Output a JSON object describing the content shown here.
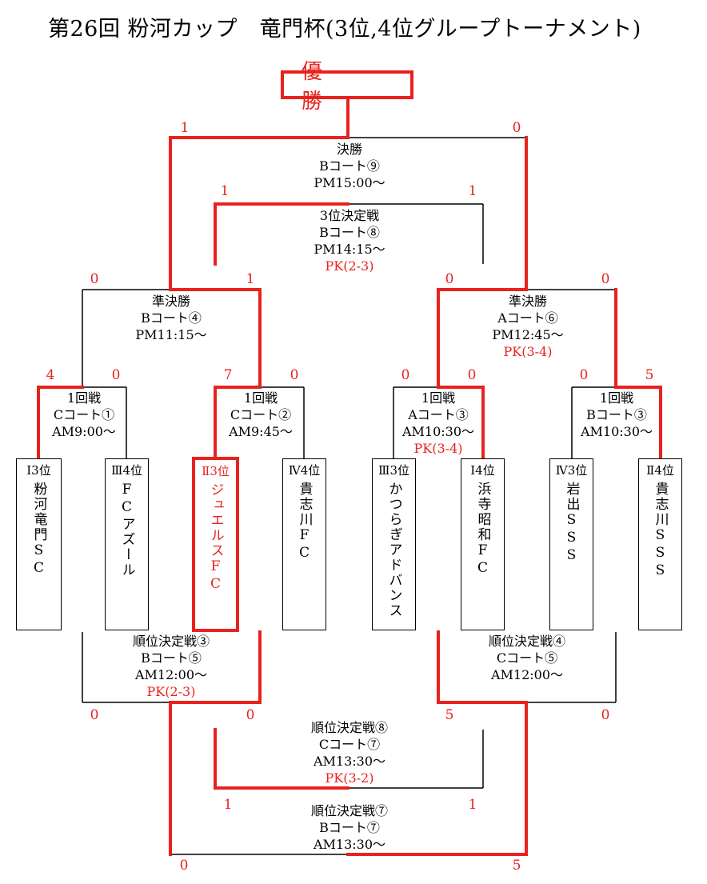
{
  "title": "第26回 粉河カップ　竜門杯(3位,4位グループトーナメント)",
  "champion_label": "優　勝",
  "matches": {
    "final": [
      "決勝",
      "Bコート⑨",
      "PM15:00～"
    ],
    "third": [
      "3位決定戦",
      "Bコート⑧",
      "PM14:15～"
    ],
    "third_pk": "PK(2-3)",
    "semi_left": [
      "準決勝",
      "Bコート④",
      "PM11:15～"
    ],
    "semi_right": [
      "準決勝",
      "Aコート⑥",
      "PM12:45～"
    ],
    "semi_right_pk": "PK(3-4)",
    "r1_1": [
      "1回戦",
      "Cコート①",
      "AM9:00～"
    ],
    "r1_2": [
      "1回戦",
      "Cコート②",
      "AM9:45～"
    ],
    "r1_3": [
      "1回戦",
      "Aコート③",
      "AM10:30～"
    ],
    "r1_3_pk": "PK(3-4)",
    "r1_4": [
      "1回戦",
      "Bコート③",
      "AM10:30～"
    ],
    "place3": [
      "順位決定戦③",
      "Bコート⑤",
      "AM12:00～"
    ],
    "place3_pk": "PK(2-3)",
    "place4": [
      "順位決定戦④",
      "Cコート⑤",
      "AM12:00～"
    ],
    "place8": [
      "順位決定戦⑧",
      "Cコート⑦",
      "AM13:30～"
    ],
    "place8_pk": "PK(3-2)",
    "place7": [
      "順位決定戦⑦",
      "Bコート⑦",
      "AM13:30～"
    ]
  },
  "teams": [
    {
      "seed": "Ⅰ3位",
      "name": "粉河竜門SC"
    },
    {
      "seed": "Ⅲ4位",
      "name": "FCアズール"
    },
    {
      "seed": "Ⅱ3位",
      "name": "ジュエルスFC"
    },
    {
      "seed": "Ⅳ4位",
      "name": "貴志川FC"
    },
    {
      "seed": "Ⅲ3位",
      "name": "かつらぎアドバンス"
    },
    {
      "seed": "Ⅰ4位",
      "name": "浜寺昭和FC"
    },
    {
      "seed": "Ⅳ3位",
      "name": "岩出SSS"
    },
    {
      "seed": "Ⅱ4位",
      "name": "貴志川SSS"
    }
  ],
  "scores": {
    "final_left": "1",
    "final_right": "0",
    "third_left": "1",
    "third_right": "1",
    "semi_l_left": "0",
    "semi_l_right": "1",
    "semi_r_left": "0",
    "semi_r_right": "0",
    "r1_1_left": "4",
    "r1_1_right": "0",
    "r1_2_left": "7",
    "r1_2_right": "0",
    "r1_3_left": "0",
    "r1_3_right": "0",
    "r1_4_left": "0",
    "r1_4_right": "5",
    "place3_left": "0",
    "place3_right": "0",
    "place4_left": "5",
    "place4_right": "0",
    "place8_left": "1",
    "place8_right": "1",
    "place7_left": "0",
    "place7_right": "5"
  },
  "colors": {
    "winner_line": "#e8221e",
    "line": "#000000"
  }
}
